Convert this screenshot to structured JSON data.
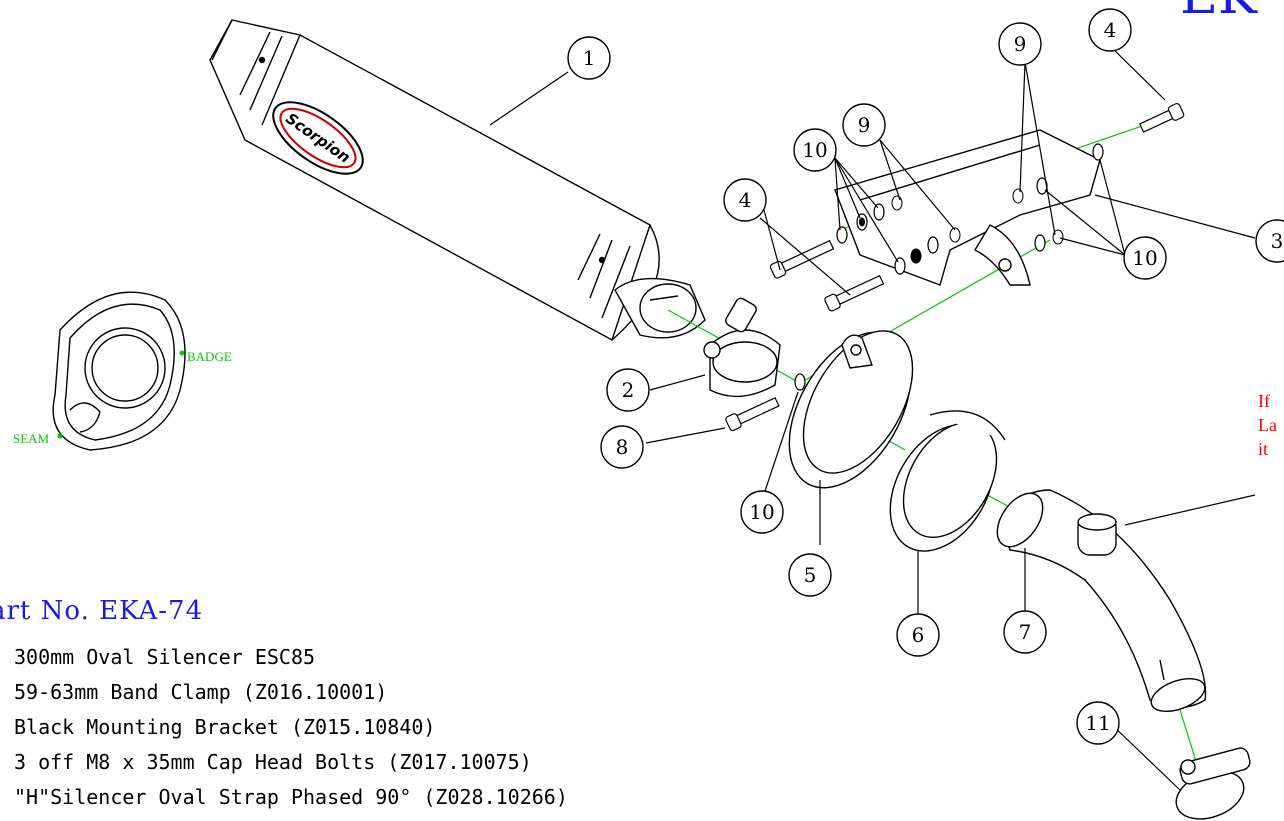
{
  "header": {
    "title_fragment": "EK"
  },
  "part_number_label": "art No. EKA-74",
  "parts_list": [
    "300mm Oval Silencer ESC85",
    "59-63mm Band Clamp (Z016.10001)",
    "Black Mounting Bracket (Z015.10840)",
    "3 off M8 x 35mm Cap Head Bolts (Z017.10075)",
    "\"H\"Silencer Oval Strap Phased 90° (Z028.10266)"
  ],
  "callouts": {
    "c1": "1",
    "c2": "2",
    "c3": "3",
    "c4a": "4",
    "c4b": "4",
    "c5": "5",
    "c6": "6",
    "c7": "7",
    "c8": "8",
    "c9a": "9",
    "c9b": "9",
    "c10a": "10",
    "c10b": "10",
    "c10c": "10",
    "c11": "11"
  },
  "end_cap_labels": {
    "badge": "BADGE",
    "seam": "SEAM"
  },
  "brand_logo": "Scorpion",
  "side_note": [
    "If",
    "La",
    "it"
  ],
  "colors": {
    "line": "#000000",
    "axis": "#00cc00",
    "blue_text": "#1a1ae6",
    "red_text": "#ff0000",
    "logo_red": "#cc0000"
  }
}
